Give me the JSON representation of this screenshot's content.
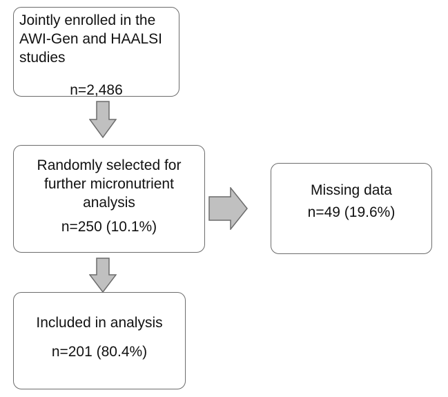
{
  "flowchart": {
    "enrolled": {
      "title_lines": [
        "Jointly enrolled in the",
        "AWI-Gen and HAALSI",
        "studies"
      ],
      "count": "n=2,486"
    },
    "selected": {
      "title_lines": [
        "Randomly selected for",
        "further micronutrient",
        "analysis"
      ],
      "count": "n=250 (10.1%)"
    },
    "missing": {
      "title_lines": [
        "Missing data"
      ],
      "count": "n=49 (19.6%)"
    },
    "included": {
      "title_lines": [
        "Included in analysis"
      ],
      "count": "n=201 (80.4%)"
    }
  },
  "colors": {
    "arrow_fill": "#c0c0c0",
    "arrow_stroke": "#6b6b6b",
    "box_border": "#6b6b6b"
  }
}
